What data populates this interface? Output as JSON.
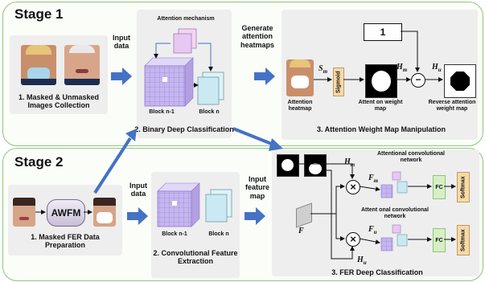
{
  "stage1": {
    "title": "Stage 1",
    "collection_label": "1. Masked & Unmasked Images Collection",
    "input_data": "Input data",
    "attention_mechanism": "Attention mechanism",
    "block_prev": "Block n-1",
    "block_n": "Block n",
    "binary_label": "2. Binary Deep Classification",
    "generate_label": "Generate attention heatmaps",
    "attention_heatmap": "Attention heatmap",
    "sm": "S",
    "sm_sub": "m",
    "sigmoid": "Sigmoid",
    "hm": "H",
    "hm_sub": "m",
    "hu": "H",
    "hu_sub": "u",
    "one": "1",
    "minus": "−",
    "attent_weight_map": "Attent on weight map",
    "reverse_map": "Reverse attention weight map",
    "manip_label": "3. Attention Weight Map Manipulation"
  },
  "stage2": {
    "title": "Stage 2",
    "awfm": "AWFM",
    "prep_label": "1. Masked FER Data Preparation",
    "input_data": "Input data",
    "block_prev": "Block n-1",
    "block_n": "Block n",
    "conv_label": "2. Convolutional Feature Extraction",
    "input_feature_map": "Input feature map",
    "hm": "H",
    "hm_sub": "m",
    "fm": "F",
    "fm_sub": "m",
    "attentional_cnn_top": "Attentional convolutional network",
    "attentional_cnn_mid": "Attent onal convolutional network",
    "f": "F",
    "fu": "F",
    "fu_sub": "u",
    "hu": "H",
    "hu_sub": "u",
    "fc": "FC",
    "softmax": "Softmax",
    "fer_label": "3. FER Deep Classification"
  },
  "colors": {
    "stage_border": "#8cc67a",
    "arrow_blue": "#4472c4",
    "cube_purple": "#b9a8e6",
    "panel_gray": "#eeeeee"
  }
}
